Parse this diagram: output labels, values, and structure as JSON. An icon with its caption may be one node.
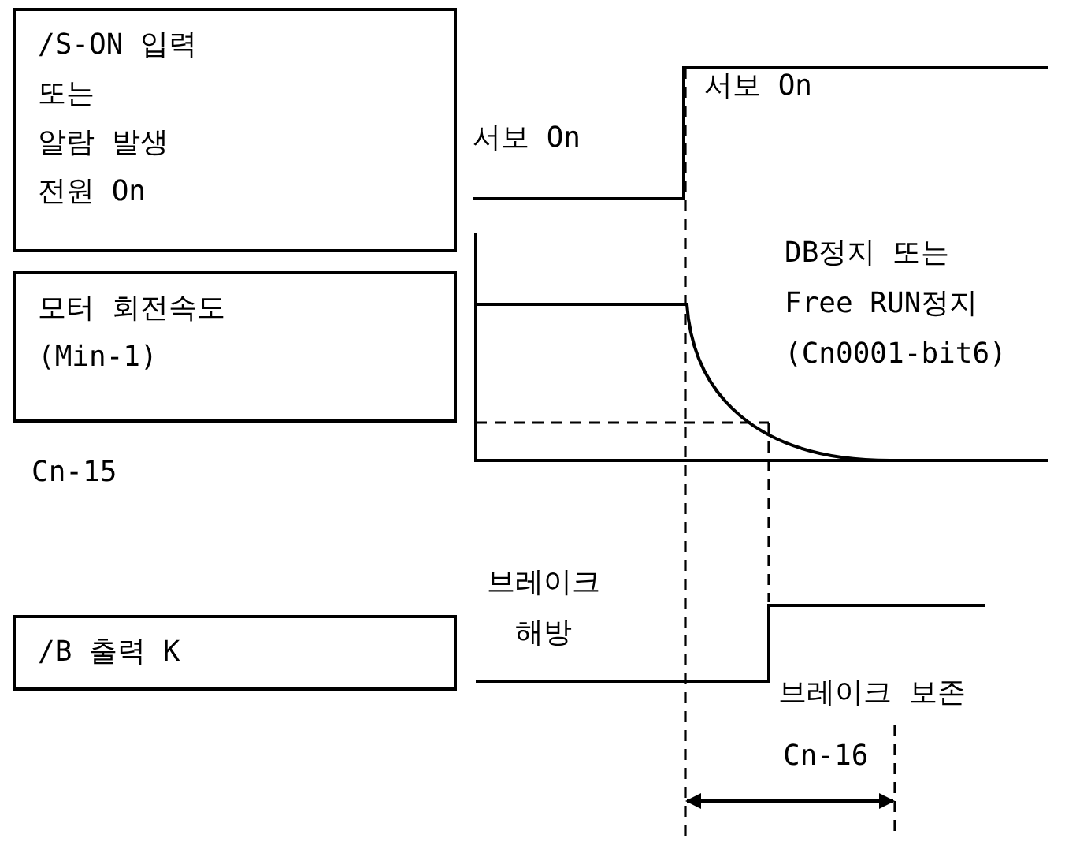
{
  "diagram": {
    "nodes": [
      {
        "text": [
          "/S-ON 입력",
          "또는",
          "알람 발생",
          "전원 On"
        ]
      },
      {
        "text": [
          "모터 회전속도",
          "(Min-1)"
        ]
      },
      {
        "text": [
          "/B 출력 K"
        ]
      }
    ],
    "labels": [
      "서보 On",
      "서보 On",
      "DB정지 또는 Free RUN정지 (Cn0001-bit6)",
      "Cn-15",
      "브레이크 해방",
      "브레이크 보존",
      "Cn-16"
    ]
  }
}
